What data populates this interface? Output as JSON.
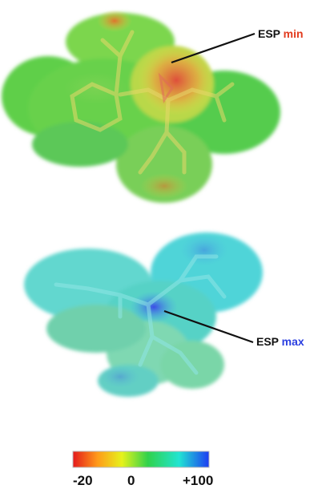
{
  "callouts": {
    "min": {
      "prefix": "ESP",
      "word": "min",
      "color": "#e23b1e"
    },
    "max": {
      "prefix": "ESP",
      "word": "max",
      "color": "#2b3fe0"
    }
  },
  "colorbar": {
    "ticks": [
      "-20",
      "0",
      "+100"
    ],
    "stops": [
      "#e41a1c",
      "#ff9a1a",
      "#e6f21c",
      "#31d24b",
      "#21e4d2",
      "#1d3cf2"
    ]
  },
  "colors": {
    "surface_top_green": "#64d24a",
    "surface_bottom_cyan": "#5ad7c8",
    "leader_line": "#111111"
  }
}
